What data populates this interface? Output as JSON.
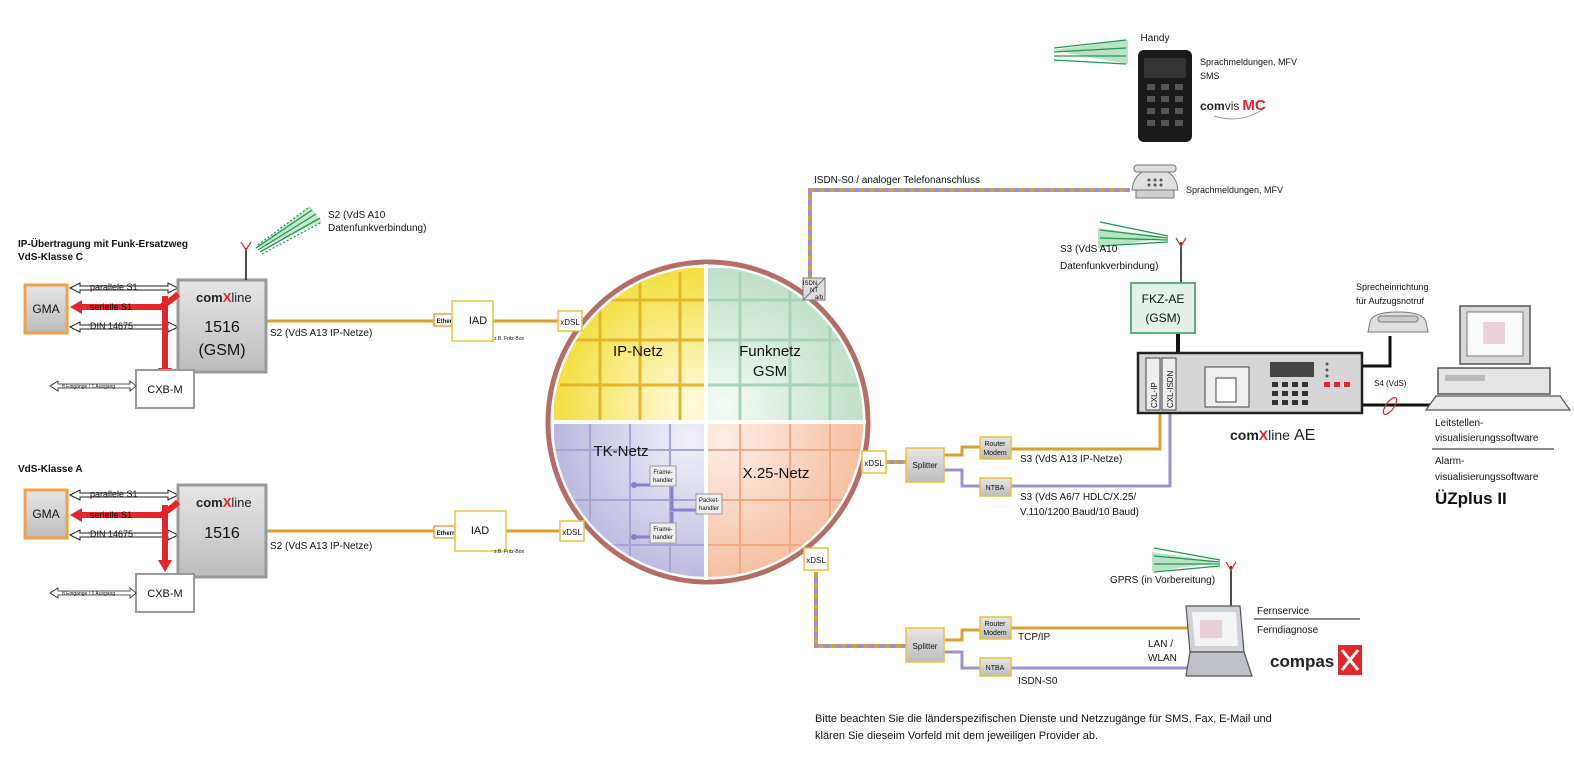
{
  "left_top": {
    "heading1": "IP-Übertragung mit Funk-Ersatzweg",
    "heading2": "VdS-Klasse C",
    "gma": "GMA",
    "parallel": "parallele S1",
    "serial": "serielle S1",
    "din": "DIN 14675",
    "brand_com": "com",
    "brand_x": "X",
    "brand_line": "line",
    "device_l1": "1516",
    "device_l2": "(GSM)",
    "cxb": "CXB-M",
    "io": "8 Eingänge / 1 Ausgang",
    "radio_l1": "S2 (VdS A10",
    "radio_l2": "Datenfunkverbindung)",
    "link": "S2 (VdS A13 IP-Netze)",
    "ethern": "Ethern.",
    "iad": "IAD",
    "fritz": "z.B. Fritz-Box",
    "xdsl": "xDSL"
  },
  "left_bottom": {
    "heading": "VdS-Klasse A",
    "gma": "GMA",
    "parallel": "parallele S1",
    "serial": "serielle S1",
    "din": "DIN 14675",
    "brand_com": "com",
    "brand_x": "X",
    "brand_line": "line",
    "device_l1": "1516",
    "cxb": "CXB-M",
    "io": "8 Eingänge / 1 Ausgang",
    "link": "S2 (VdS A13 IP-Netze)",
    "ethern": "Ethern.",
    "iad": "IAD",
    "fritz": "z.B. Fritz-Box",
    "xdsl": "xDSL"
  },
  "circle": {
    "ip": "IP-Netz",
    "funk_l1": "Funknetz",
    "funk_l2": "GSM",
    "tk": "TK-Netz",
    "x25": "X.25-Netz",
    "frame1_l1": "Frame-",
    "frame1_l2": "handler",
    "packet_l1": "Packet-",
    "packet_l2": "handler",
    "frame2_l1": "Frame-",
    "frame2_l2": "handler",
    "isdn_nt_l1": "ISDN",
    "isdn_nt_l2": "NT",
    "isdn_nt_l3": "a/b",
    "xdsl_right": "xDSL",
    "xdsl_bottom": "xDSL"
  },
  "top": {
    "isdn_label": "ISDN-S0 / analoger Telefonanschluss",
    "handy": "Handy",
    "handy_l1": "Sprachmeldungen, MFV",
    "handy_l2": "SMS",
    "comvis_com": "com",
    "comvis_vis": "vis",
    "comvis_mc": "MC",
    "phone_label": "Sprachmeldungen, MFV"
  },
  "right": {
    "s3_l1": "S3 (VdS A10",
    "s3_l2": "Datenfunkverbindung)",
    "fkz_l1": "FKZ-AE",
    "fkz_l2": "(GSM)",
    "cxl_ip": "CXL-IP",
    "cxl_isdn": "CXL-ISDN",
    "ae_com": "com",
    "ae_x": "X",
    "ae_line": "line",
    "ae_suffix": "AE",
    "splitter": "Splitter",
    "router_l1": "Router",
    "router_l2": "Modem",
    "ntba": "NTBA",
    "s3_ip": "S3 (VdS A13 IP-Netze)",
    "s3_hdlc_l1": "S3 (VdS A6/7 HDLC/X.25/",
    "s3_hdlc_l2": "V.110/1200 Baud/10 Baud)",
    "sprech_l1": "Sprecheinrichtung",
    "sprech_l2": "für Aufzugsnotruf",
    "s4": "S4 (VdS)",
    "leit_l1": "Leitstellen-",
    "leit_l2": "visualisierungssoftware",
    "alarm_l1": "Alarm-",
    "alarm_l2": "visualisierungssoftware",
    "uz": "ÜZplus II"
  },
  "bottom": {
    "gprs": "GPRS (in Vorbereitung)",
    "splitter": "Splitter",
    "router_l1": "Router",
    "router_l2": "Modem",
    "ntba": "NTBA",
    "tcpip": "TCP/IP",
    "isdn_s0": "ISDN-S0",
    "lan_l1": "LAN /",
    "lan_l2": "WLAN",
    "fern_l1": "Fernservice",
    "fern_l2": "Ferndiagnose",
    "compas": "compas",
    "note_l1": "Bitte beachten Sie die länderspezifischen Dienste und Netzzugänge für SMS, Fax, E-Mail und",
    "note_l2": "klären Sie dieseim Vorfeld mit dem jeweiligen Provider ab."
  },
  "colors": {
    "ip_yellow": "#f4e24a",
    "gsm_green": "#c8e6d2",
    "tk_purple": "#c9c6e6",
    "x25_peach": "#f6c7ae",
    "ring": "#b56d68",
    "orange_link": "#d9a032",
    "purple_link": "#9c92cf",
    "red": "#e3262c",
    "signal_green": "#1e9a4a"
  }
}
